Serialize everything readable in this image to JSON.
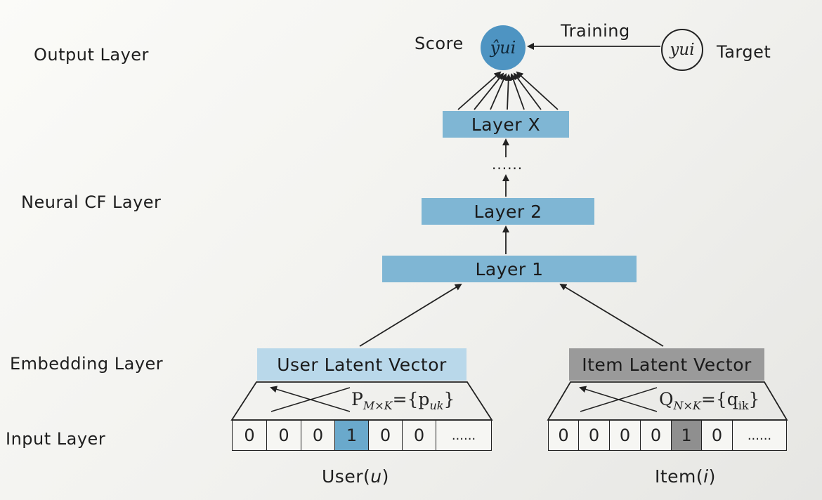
{
  "left_labels": {
    "output": "Output Layer",
    "neural": "Neural CF Layer",
    "embedding": "Embedding Layer",
    "input": "Input Layer"
  },
  "output": {
    "score_label": "Score",
    "score_symbol": "ŷui",
    "training_label": "Training",
    "target_symbol": "yui",
    "target_label": "Target"
  },
  "layers": {
    "layer_x": "Layer X",
    "dots": "......",
    "layer_2": "Layer 2",
    "layer_1": "Layer 1"
  },
  "embedding": {
    "user_label": "User Latent Vector",
    "item_label": "Item Latent Vector",
    "user_matrix": "P",
    "user_matrix_sub": "M×K",
    "user_matrix_set": "={p",
    "user_matrix_set_sub": "uk",
    "user_matrix_close": "}",
    "item_matrix": "Q",
    "item_matrix_sub": "N×K",
    "item_matrix_set": "={q",
    "item_matrix_set_sub": "ik",
    "item_matrix_close": "}"
  },
  "input": {
    "user_cells": [
      "0",
      "0",
      "0",
      "1",
      "0",
      "0",
      "......"
    ],
    "item_cells": [
      "0",
      "0",
      "0",
      "0",
      "1",
      "0",
      "......"
    ],
    "user_caption_prefix": "User(",
    "user_caption_var": "u",
    "user_caption_suffix": ")",
    "item_caption_prefix": "Item(",
    "item_caption_var": "i",
    "item_caption_suffix": ")"
  },
  "colors": {
    "layer_blue": "#7fb6d4",
    "embed_user": "#b9d8ea",
    "embed_item": "#9a9a9a",
    "score_circle": "#4e94c2"
  }
}
